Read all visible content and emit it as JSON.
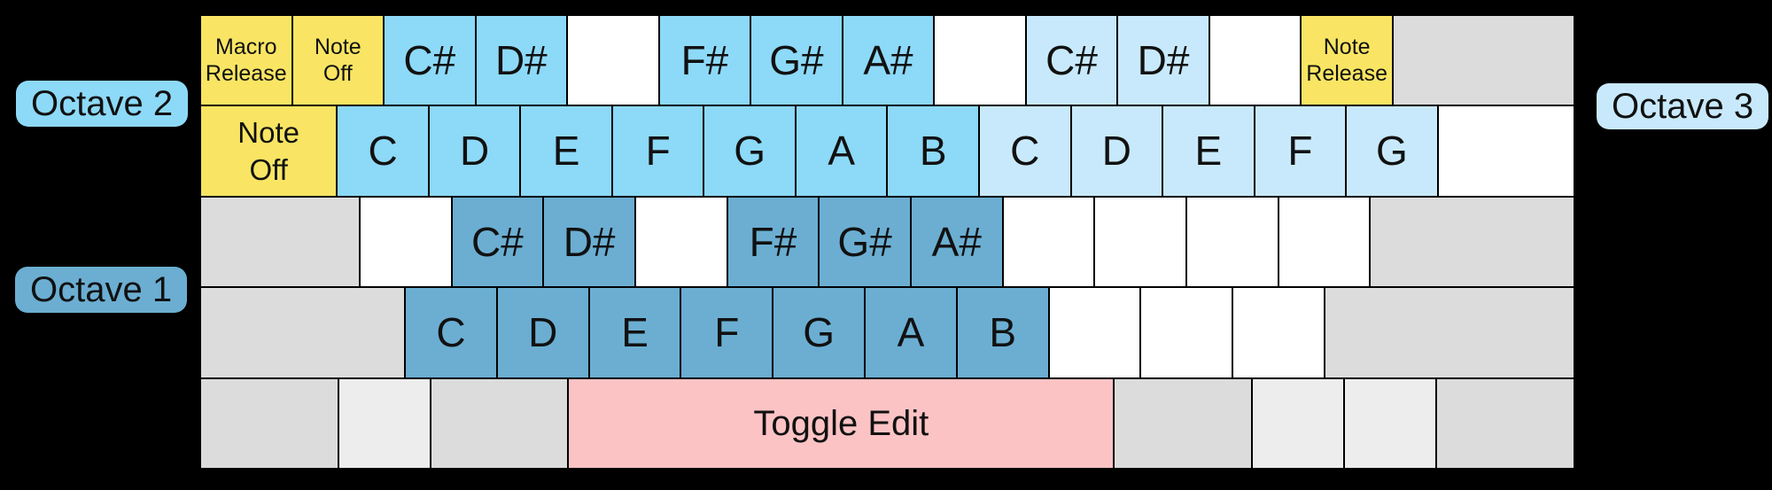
{
  "colors": {
    "yellow": "#F9E563",
    "octave2_blue": "#8DD9F8",
    "octave3_blue": "#C8E9FC",
    "octave1_blue": "#6BAED2",
    "gray": "#DCDCDC",
    "light_gray": "#EDEDED",
    "white": "#FFFFFF",
    "pink": "#FCC3C5",
    "page_background": "#000000",
    "key_border": "#000000",
    "text": "#111111"
  },
  "octave_labels": {
    "octave1": {
      "text": "Octave 1",
      "color": "octave1_blue"
    },
    "octave2": {
      "text": "Octave 2",
      "color": "octave2_blue"
    },
    "octave3": {
      "text": "Octave 3",
      "color": "octave3_blue"
    }
  },
  "keyboard": {
    "rows": [
      {
        "keys": [
          {
            "name": "key-macro-release",
            "lines": [
              "Macro",
              "Release"
            ],
            "color": "yellow",
            "units": 1,
            "size": "sm"
          },
          {
            "name": "key-note-off",
            "lines": [
              "Note",
              "Off"
            ],
            "color": "yellow",
            "units": 1,
            "size": "sm"
          },
          {
            "name": "key-note-csharp",
            "label": "C#",
            "color": "octave2_blue",
            "units": 1,
            "size": "lg"
          },
          {
            "name": "key-note-dsharp",
            "label": "D#",
            "color": "octave2_blue",
            "units": 1,
            "size": "lg"
          },
          {
            "name": "key-blank",
            "label": "",
            "color": "white",
            "units": 1
          },
          {
            "name": "key-note-fsharp",
            "label": "F#",
            "color": "octave2_blue",
            "units": 1,
            "size": "lg"
          },
          {
            "name": "key-note-gsharp",
            "label": "G#",
            "color": "octave2_blue",
            "units": 1,
            "size": "lg"
          },
          {
            "name": "key-note-asharp",
            "label": "A#",
            "color": "octave2_blue",
            "units": 1,
            "size": "lg"
          },
          {
            "name": "key-blank",
            "label": "",
            "color": "white",
            "units": 1
          },
          {
            "name": "key-note-csharp",
            "label": "C#",
            "color": "octave3_blue",
            "units": 1,
            "size": "lg"
          },
          {
            "name": "key-note-dsharp",
            "label": "D#",
            "color": "octave3_blue",
            "units": 1,
            "size": "lg"
          },
          {
            "name": "key-blank",
            "label": "",
            "color": "white",
            "units": 1
          },
          {
            "name": "key-note-release",
            "lines": [
              "Note",
              "Release"
            ],
            "color": "yellow",
            "units": 1,
            "size": "sm"
          },
          {
            "name": "key-blank-wide",
            "label": "",
            "color": "gray",
            "units": 2
          }
        ]
      },
      {
        "keys": [
          {
            "name": "key-note-off-tab",
            "lines": [
              "Note",
              "Off"
            ],
            "color": "yellow",
            "units": 1.5,
            "size": "md"
          },
          {
            "name": "key-note-c",
            "label": "C",
            "color": "octave2_blue",
            "units": 1,
            "size": "lg"
          },
          {
            "name": "key-note-d",
            "label": "D",
            "color": "octave2_blue",
            "units": 1,
            "size": "lg"
          },
          {
            "name": "key-note-e",
            "label": "E",
            "color": "octave2_blue",
            "units": 1,
            "size": "lg"
          },
          {
            "name": "key-note-f",
            "label": "F",
            "color": "octave2_blue",
            "units": 1,
            "size": "lg"
          },
          {
            "name": "key-note-g",
            "label": "G",
            "color": "octave2_blue",
            "units": 1,
            "size": "lg"
          },
          {
            "name": "key-note-a",
            "label": "A",
            "color": "octave2_blue",
            "units": 1,
            "size": "lg"
          },
          {
            "name": "key-note-b",
            "label": "B",
            "color": "octave2_blue",
            "units": 1,
            "size": "lg"
          },
          {
            "name": "key-note-c",
            "label": "C",
            "color": "octave3_blue",
            "units": 1,
            "size": "lg"
          },
          {
            "name": "key-note-d",
            "label": "D",
            "color": "octave3_blue",
            "units": 1,
            "size": "lg"
          },
          {
            "name": "key-note-e",
            "label": "E",
            "color": "octave3_blue",
            "units": 1,
            "size": "lg"
          },
          {
            "name": "key-note-f",
            "label": "F",
            "color": "octave3_blue",
            "units": 1,
            "size": "lg"
          },
          {
            "name": "key-note-g",
            "label": "G",
            "color": "octave3_blue",
            "units": 1,
            "size": "lg"
          },
          {
            "name": "key-blank-wide",
            "label": "",
            "color": "white",
            "units": 1.5
          }
        ]
      },
      {
        "keys": [
          {
            "name": "key-blank-wide",
            "label": "",
            "color": "gray",
            "units": 1.75
          },
          {
            "name": "key-blank",
            "label": "",
            "color": "white",
            "units": 1
          },
          {
            "name": "key-note-csharp",
            "label": "C#",
            "color": "octave1_blue",
            "units": 1,
            "size": "lg"
          },
          {
            "name": "key-note-dsharp",
            "label": "D#",
            "color": "octave1_blue",
            "units": 1,
            "size": "lg"
          },
          {
            "name": "key-blank",
            "label": "",
            "color": "white",
            "units": 1
          },
          {
            "name": "key-note-fsharp",
            "label": "F#",
            "color": "octave1_blue",
            "units": 1,
            "size": "lg"
          },
          {
            "name": "key-note-gsharp",
            "label": "G#",
            "color": "octave1_blue",
            "units": 1,
            "size": "lg"
          },
          {
            "name": "key-note-asharp",
            "label": "A#",
            "color": "octave1_blue",
            "units": 1,
            "size": "lg"
          },
          {
            "name": "key-blank",
            "label": "",
            "color": "white",
            "units": 1
          },
          {
            "name": "key-blank",
            "label": "",
            "color": "white",
            "units": 1
          },
          {
            "name": "key-blank",
            "label": "",
            "color": "white",
            "units": 1
          },
          {
            "name": "key-blank",
            "label": "",
            "color": "white",
            "units": 1
          },
          {
            "name": "key-blank-wide",
            "label": "",
            "color": "gray",
            "units": 2.25
          }
        ]
      },
      {
        "keys": [
          {
            "name": "key-blank-wide",
            "label": "",
            "color": "gray",
            "units": 2.25
          },
          {
            "name": "key-note-c",
            "label": "C",
            "color": "octave1_blue",
            "units": 1,
            "size": "lg"
          },
          {
            "name": "key-note-d",
            "label": "D",
            "color": "octave1_blue",
            "units": 1,
            "size": "lg"
          },
          {
            "name": "key-note-e",
            "label": "E",
            "color": "octave1_blue",
            "units": 1,
            "size": "lg"
          },
          {
            "name": "key-note-f",
            "label": "F",
            "color": "octave1_blue",
            "units": 1,
            "size": "lg"
          },
          {
            "name": "key-note-g",
            "label": "G",
            "color": "octave1_blue",
            "units": 1,
            "size": "lg"
          },
          {
            "name": "key-note-a",
            "label": "A",
            "color": "octave1_blue",
            "units": 1,
            "size": "lg"
          },
          {
            "name": "key-note-b",
            "label": "B",
            "color": "octave1_blue",
            "units": 1,
            "size": "lg"
          },
          {
            "name": "key-blank",
            "label": "",
            "color": "white",
            "units": 1
          },
          {
            "name": "key-blank",
            "label": "",
            "color": "white",
            "units": 1
          },
          {
            "name": "key-blank",
            "label": "",
            "color": "white",
            "units": 1
          },
          {
            "name": "key-blank-wide",
            "label": "",
            "color": "gray",
            "units": 2.75
          }
        ]
      },
      {
        "keys": [
          {
            "name": "key-blank-wide",
            "label": "",
            "color": "gray",
            "units": 1.5
          },
          {
            "name": "key-blank",
            "label": "",
            "color": "light_gray",
            "units": 1
          },
          {
            "name": "key-blank-wide",
            "label": "",
            "color": "gray",
            "units": 1.5
          },
          {
            "name": "key-toggle-edit",
            "label": "Toggle Edit",
            "color": "pink",
            "units": 6,
            "size": "xl"
          },
          {
            "name": "key-blank-wide",
            "label": "",
            "color": "gray",
            "units": 1.5
          },
          {
            "name": "key-blank",
            "label": "",
            "color": "light_gray",
            "units": 1
          },
          {
            "name": "key-blank",
            "label": "",
            "color": "light_gray",
            "units": 1
          },
          {
            "name": "key-blank-wide",
            "label": "",
            "color": "gray",
            "units": 1.5
          }
        ]
      }
    ]
  }
}
